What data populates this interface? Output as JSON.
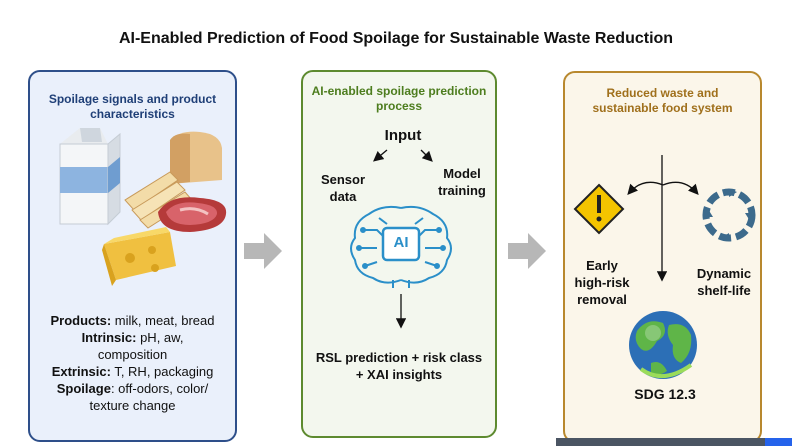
{
  "title": "AI-Enabled Prediction of Food Spoilage for Sustainable Waste Reduction",
  "panel1": {
    "heading_line1": "Spoilage signals and product",
    "heading_line2": "characteristics",
    "facts": [
      {
        "key": "Products:",
        "value": " milk, meat, bread"
      },
      {
        "key": "Intrinsic:",
        "value": " pH, aw,"
      },
      {
        "key": "",
        "value": "composition"
      },
      {
        "key": "Extrinsic:",
        "value": " T, RH, packaging"
      },
      {
        "key": "Spoilage",
        "value": ": off-odors, color/"
      },
      {
        "key": "",
        "value": "texture change"
      }
    ]
  },
  "panel2": {
    "heading_line1": "AI-enabled spoilage prediction",
    "heading_line2": "process",
    "input": "Input",
    "sensor_line1": "Sensor",
    "sensor_line2": "data",
    "model_line1": "Model",
    "model_line2": "training",
    "ai_chip": "AI",
    "output_line1": "RSL prediction + risk class",
    "output_line2": "+ XAI insights"
  },
  "panel3": {
    "heading_line1": "Reduced waste and",
    "heading_line2": "sustainable food system",
    "early_line1": "Early",
    "early_line2": "high-risk",
    "early_line3": "removal",
    "dynamic_line1": "Dynamic",
    "dynamic_line2": "shelf-life",
    "sdg": "SDG 12.3"
  },
  "icons": [
    "milk-carton-icon",
    "bread-icon",
    "steak-icon",
    "cheese-icon",
    "ai-brain-icon",
    "warning-icon",
    "cycle-icon",
    "globe-icon",
    "right-arrow-icon"
  ],
  "colors": {
    "panel1_border": "#2e4f8a",
    "panel2_border": "#5d8a2f",
    "panel3_border": "#b8882e",
    "ai_blue": "#2a8fc9"
  }
}
